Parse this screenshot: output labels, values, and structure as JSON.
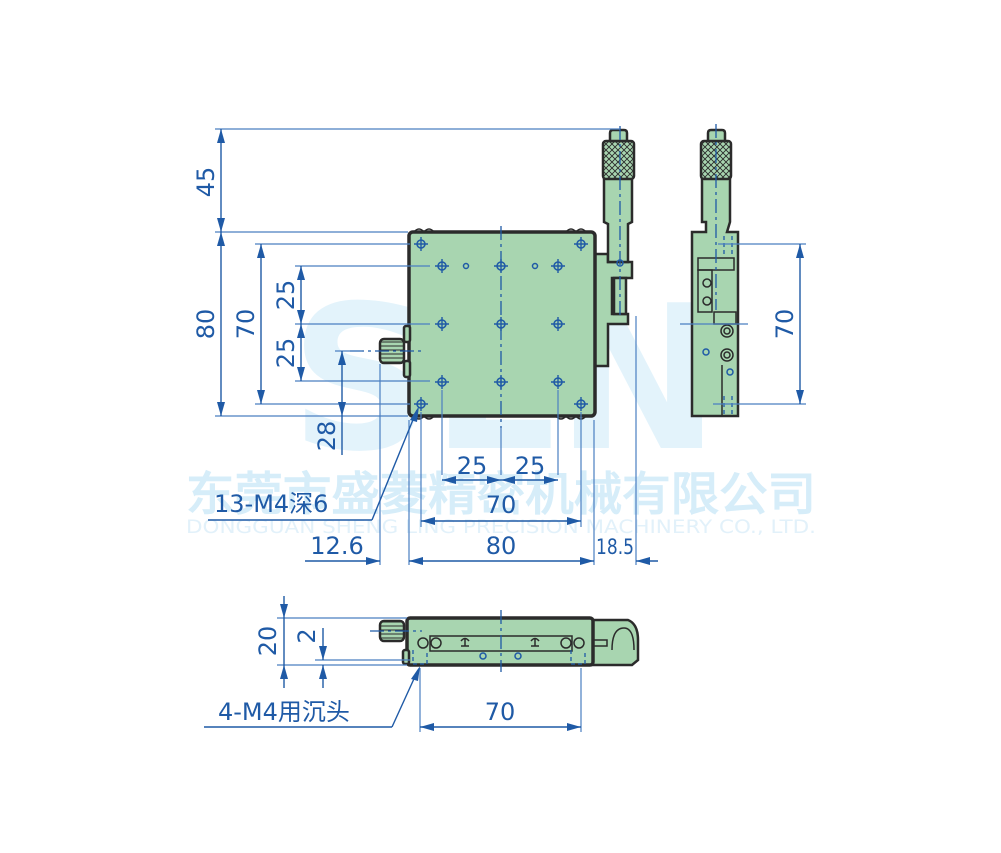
{
  "watermark": {
    "logo": "SLN",
    "company_cn": "东莞市盛菱精密机械有限公司",
    "company_en": "DONGGUAN SHENG LING PRECISION MACHINERY CO., LTD."
  },
  "colors": {
    "dimension": "#1f5aa6",
    "body_fill": "#a8d5b0",
    "outline": "#2b2b2b",
    "watermark": "#d6edf9"
  },
  "top_view": {
    "dims": {
      "micrometer_extension": "45",
      "overall_height": "80",
      "hole_pitch_outer": "70",
      "hole_pitch_upper": "25",
      "hole_pitch_lower": "25",
      "knob_offset": "28",
      "hole_pitch_x_left": "25",
      "hole_pitch_x_right": "25",
      "hole_pitch_x_outer": "70",
      "overall_width": "80",
      "knob_extension": "12.6",
      "micrometer_offset": "18.5"
    },
    "callout_tapped_holes": "13-M4深6"
  },
  "side_view": {
    "dims": {
      "hole_pitch": "70"
    }
  },
  "front_view": {
    "dims": {
      "overall_thickness": "20",
      "counterbore_offset": "2",
      "mounting_pitch": "70"
    },
    "callout_counterbore": "4-M4用沉头"
  }
}
